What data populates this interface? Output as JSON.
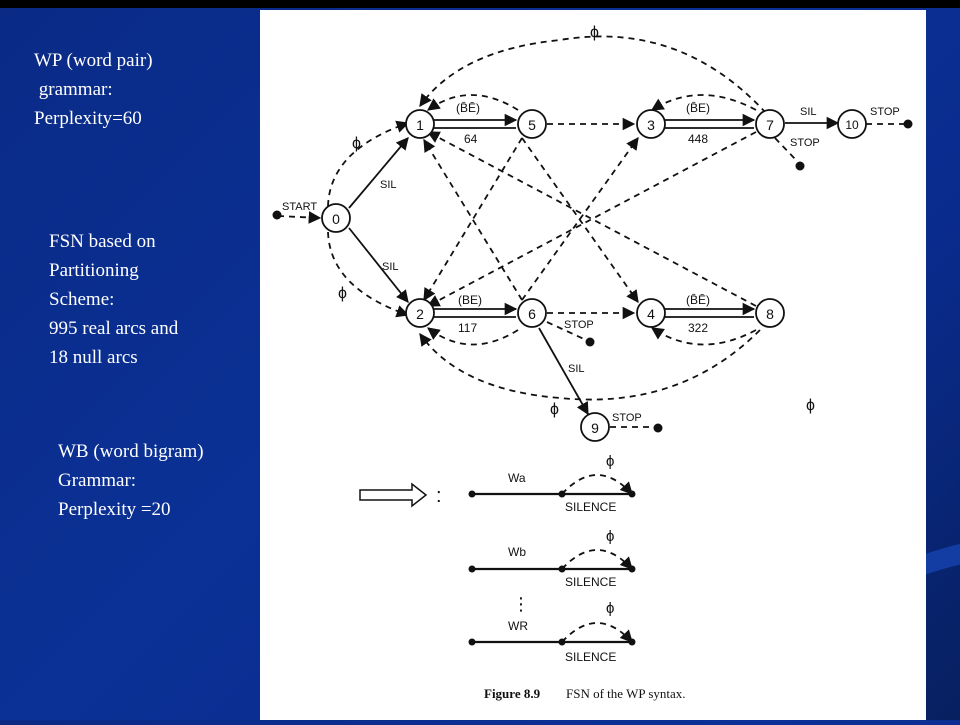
{
  "notes": {
    "wp": [
      "WP (word pair)",
      " grammar:",
      "Perplexity=60"
    ],
    "fsn": [
      "FSN based on",
      "Partitioning",
      "Scheme:",
      "995 real arcs and",
      "18 null arcs"
    ],
    "wb": [
      "WB (word bigram)",
      "Grammar:",
      "Perplexity =20"
    ]
  },
  "figure": {
    "caption_label": "Figure 8.9",
    "caption_text": "FSN of the WP syntax.",
    "nodes": [
      "0",
      "1",
      "2",
      "3",
      "4",
      "5",
      "6",
      "7",
      "8",
      "9",
      "10"
    ],
    "labels": {
      "start": "START",
      "sil": "SIL",
      "stop": "STOP",
      "phi": "ϕ",
      "be_bar": "(B̄Ē)",
      "be": "(BE)",
      "be_bar2": "(B̄E)",
      "be_bar3": "(B̄Ē)",
      "n64": "64",
      "n117": "117",
      "n448": "448",
      "n322": "322",
      "silence": "SILENCE",
      "wa": "Wa",
      "wb": "Wb",
      "wr": "WR",
      "colon": ":",
      "vdots": "⋮"
    }
  }
}
